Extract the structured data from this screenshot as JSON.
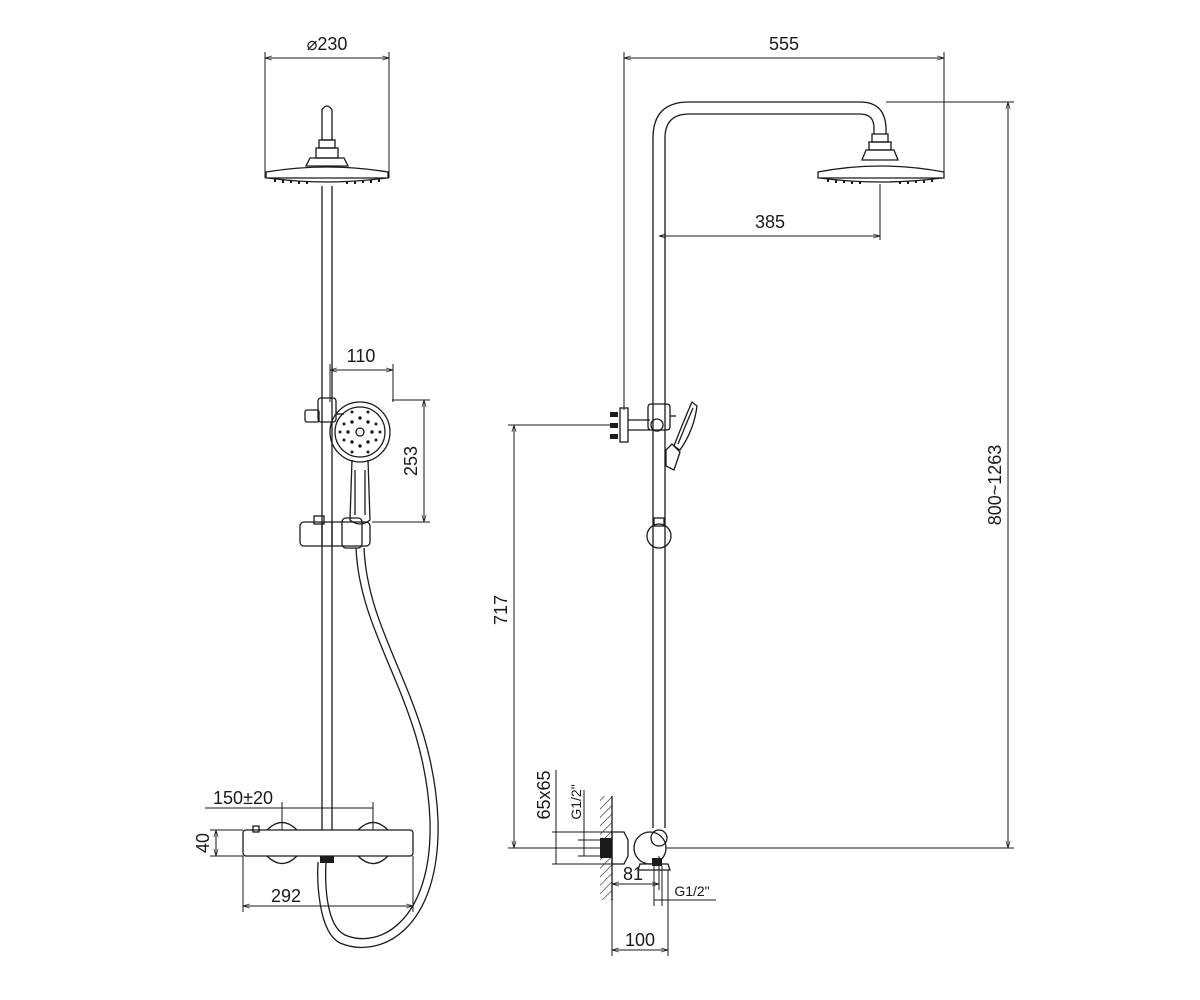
{
  "front_view": {
    "head_diameter": "⌀230",
    "hand_shower_width": "110",
    "hand_shower_length": "253",
    "inlet_spacing": "150±20",
    "mixer_height": "40",
    "mixer_width": "292"
  },
  "side_view": {
    "total_projection": "555",
    "arm_projection": "385",
    "height_range": "800~1263",
    "holder_height": "717",
    "wall_plate": "65x65",
    "inlet_thread_wall": "G1/2\"",
    "wall_offset": "81",
    "outlet_thread": "G1/2\"",
    "mixer_depth": "100"
  }
}
